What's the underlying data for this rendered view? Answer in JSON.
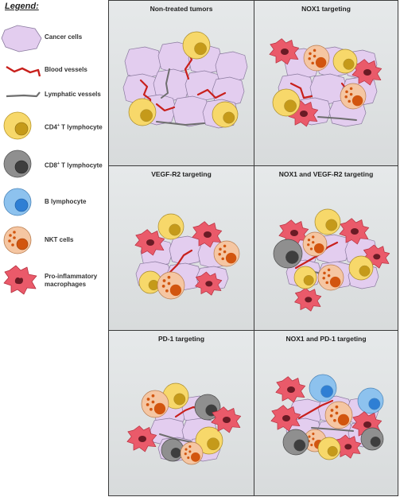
{
  "legend": {
    "title": "Legend:",
    "items": [
      {
        "icon": "cancer-cell-icon",
        "label": "Cancer cells"
      },
      {
        "icon": "blood-vessel-icon",
        "label": "Blood vessels"
      },
      {
        "icon": "lymphatic-vessel-icon",
        "label": "Lymphatic vessels"
      },
      {
        "icon": "cd4-t-cell-icon",
        "label_main": "CD4",
        "label_sup": "+",
        "label_rest": " T lymphocyte"
      },
      {
        "icon": "cd8-t-cell-icon",
        "label_main": "CD8",
        "label_sup": "+",
        "label_rest": " T lymphocyte"
      },
      {
        "icon": "b-cell-icon",
        "label": "B lymphocyte"
      },
      {
        "icon": "nkt-cell-icon",
        "label": "NKT cells"
      },
      {
        "icon": "macrophage-icon",
        "label": "Pro-inflammatory macrophages"
      }
    ]
  },
  "panels": [
    {
      "title": "Non-treated tumors"
    },
    {
      "title": "NOX1 targeting"
    },
    {
      "title": "VEGF-R2 targeting"
    },
    {
      "title": "NOX1 and VEGF-R2 targeting"
    },
    {
      "title": "PD-1 targeting"
    },
    {
      "title": "NOX1 and PD-1 targeting"
    }
  ],
  "colors": {
    "cancer_fill": "#e3cdef",
    "cancer_stroke": "#8a7a9e",
    "blood_vessel": "#c8201c",
    "lymphatic": "#6e6e6e",
    "cd4_outer": "#f7d86a",
    "cd4_inner": "#c59a1a",
    "cd8_outer": "#8f8f8f",
    "cd8_inner": "#3e3e3e",
    "b_outer": "#8dc2ee",
    "b_inner": "#2f7fd4",
    "nkt_outer": "#f5c6a2",
    "nkt_inner": "#d2550f",
    "macrophage_fill": "#ea5a6a",
    "macrophage_nucleus": "#6a1b25"
  }
}
